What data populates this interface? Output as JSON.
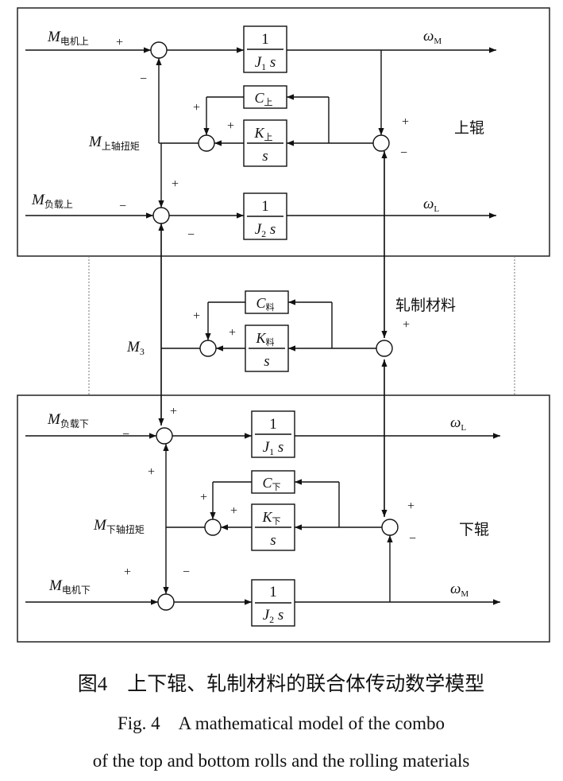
{
  "top_section": {
    "name": "上辊",
    "m_motor": "M电机上",
    "m_shaft": "M上轴扭矩",
    "m_load": "M负载上",
    "omega_m": "ωM",
    "omega_l": "ωL",
    "block_j1": "1 / J1 s",
    "block_j2": "1 / J2 s",
    "block_c": "C上",
    "block_k": "K上 / s"
  },
  "middle_section": {
    "name": "轧制材料",
    "m3": "M3",
    "block_c": "C料",
    "block_k": "K料 / s"
  },
  "bottom_section": {
    "name": "下辊",
    "m_load": "M负载下",
    "m_shaft": "M下轴扭矩",
    "m_motor": "M电机下",
    "omega_l": "ωL",
    "omega_m": "ωM",
    "block_j1": "1 / J1 s",
    "block_j2": "1 / J2 s",
    "block_c": "C下",
    "block_k": "K下 / s"
  },
  "caption": {
    "cn": "图4　上下辊、轧制材料的联合体传动数学模型",
    "en_line1": "Fig. 4　A mathematical model of the combo",
    "en_line2": "of the top and bottom rolls and the rolling materials"
  }
}
